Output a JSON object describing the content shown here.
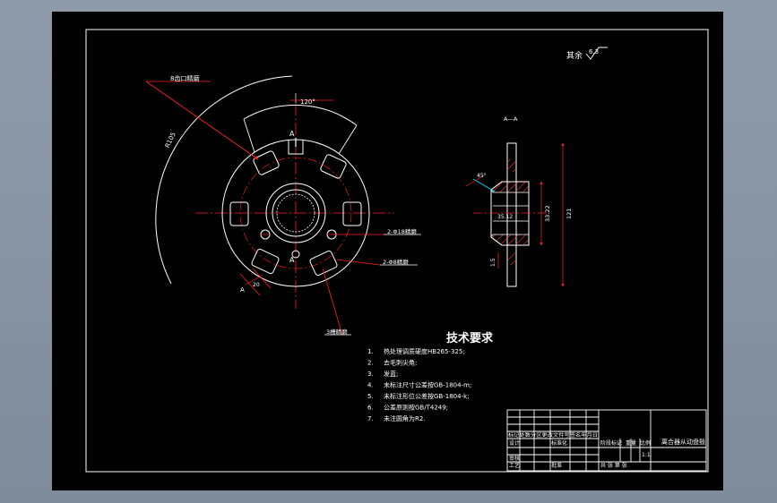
{
  "colors": {
    "background": "#8e9bab",
    "canvas": "#000000",
    "line": "#ffffff",
    "dimension": "#ff2020",
    "centerline": "#ff2020",
    "hatch": "#ff3030",
    "leader_tip": "#00e5ff"
  },
  "top_right_note": {
    "label": "其余",
    "roughness": "6.3"
  },
  "main_view": {
    "callouts": {
      "top_left": "8齿口精磨",
      "hole_small": "2-Φ18精磨",
      "hole_large": "2-Φ8精磨",
      "bottom": "3槽精磨"
    },
    "dimensions": {
      "outer_arc": "R105",
      "top_angle": "120°",
      "slot_width": "20"
    },
    "markers": {
      "section_top": "A",
      "section_bottom": "A"
    }
  },
  "section_view": {
    "title": "A—A",
    "dimensions": {
      "chamfer_angle": "45°",
      "bore_length": "35.12",
      "inner_dia": "33.22",
      "outer_dia": "121",
      "bottom": "1.5"
    }
  },
  "tech_requirements": {
    "title": "技术要求",
    "items": [
      {
        "num": "1.",
        "text": "热处理调质硬度HB265-325;"
      },
      {
        "num": "2.",
        "text": "去毛刺尖角;"
      },
      {
        "num": "3.",
        "text": "发蓝;"
      },
      {
        "num": "4.",
        "text": "未标注尺寸公差按GB-1804-m;"
      },
      {
        "num": "5.",
        "text": "未标注形位公差按GB-1804-k;"
      },
      {
        "num": "6.",
        "text": "公差原则按GB/T4249;"
      },
      {
        "num": "7.",
        "text": "未注圆角为R2."
      }
    ]
  },
  "title_block": {
    "part_name": "离合器从动盘毂",
    "row_marks": "标记处数分区更改文件号签名年月日",
    "designer": "设计",
    "standardization": "标准化",
    "stage_mark": "阶段标记",
    "weight": "重量",
    "scale": "比例",
    "scale_value": "1:1",
    "reviewer": "审核",
    "process": "工艺",
    "approve": "批准",
    "sheets": "共 张 第 张"
  }
}
